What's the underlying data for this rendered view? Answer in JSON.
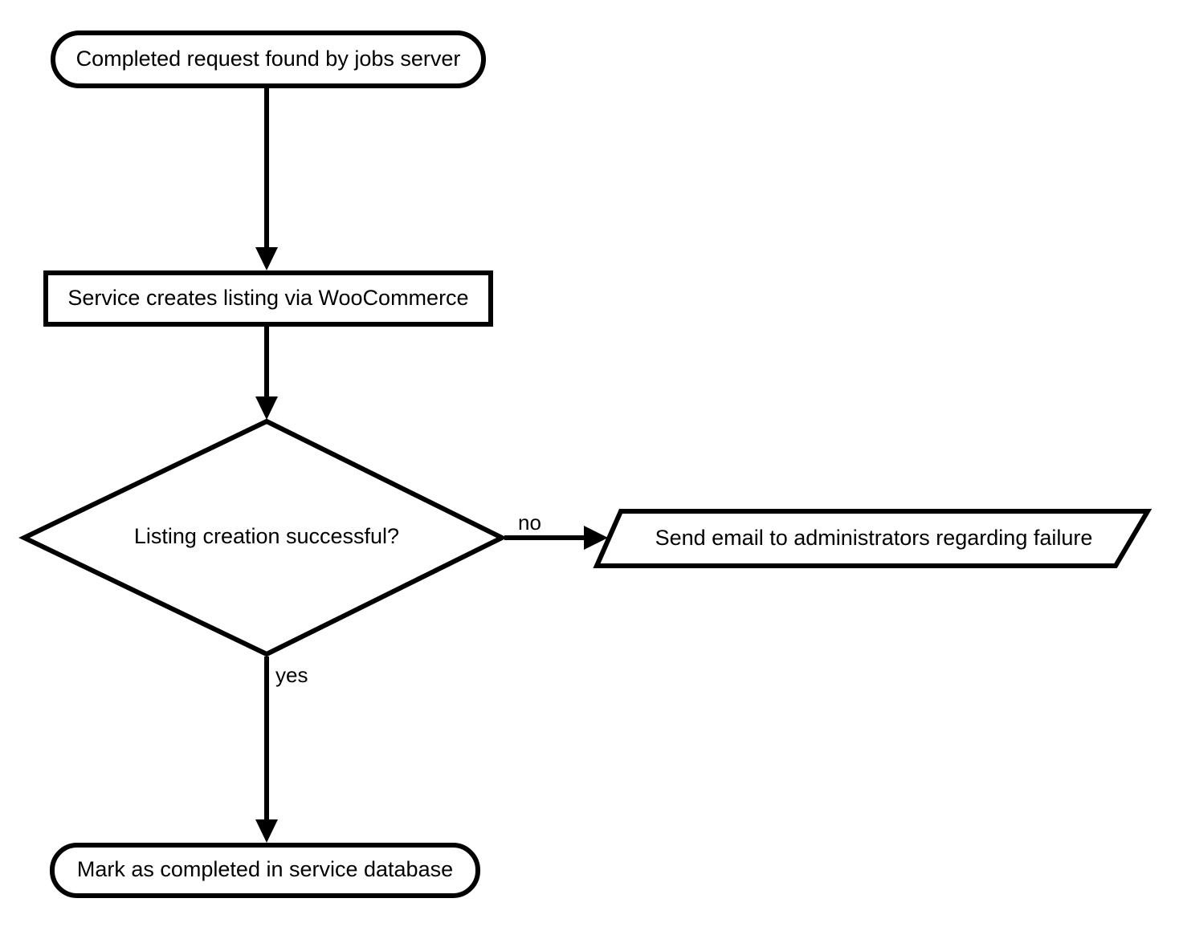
{
  "diagram": {
    "type": "flowchart",
    "orientation": "top-to-bottom",
    "background_color": "#ffffff",
    "line_color": "#000000",
    "text_color": "#000000",
    "nodes": [
      {
        "id": "start",
        "shape": "stadium",
        "role": "terminator",
        "label": "Completed request found by jobs server"
      },
      {
        "id": "create_listing",
        "shape": "rectangle",
        "role": "process",
        "label": "Service creates listing via WooCommerce"
      },
      {
        "id": "decision",
        "shape": "diamond",
        "role": "decision",
        "label": "Listing creation successful?"
      },
      {
        "id": "send_email",
        "shape": "parallelogram",
        "role": "input-output",
        "label": "Send email to administrators regarding failure"
      },
      {
        "id": "mark_completed",
        "shape": "stadium",
        "role": "terminator",
        "label": "Mark as completed in service database"
      }
    ],
    "edges": [
      {
        "id": "e1",
        "from": "start",
        "to": "create_listing",
        "label": ""
      },
      {
        "id": "e2",
        "from": "create_listing",
        "to": "decision",
        "label": ""
      },
      {
        "id": "e3",
        "from": "decision",
        "to": "send_email",
        "label": "no"
      },
      {
        "id": "e4",
        "from": "decision",
        "to": "mark_completed",
        "label": "yes"
      }
    ]
  }
}
